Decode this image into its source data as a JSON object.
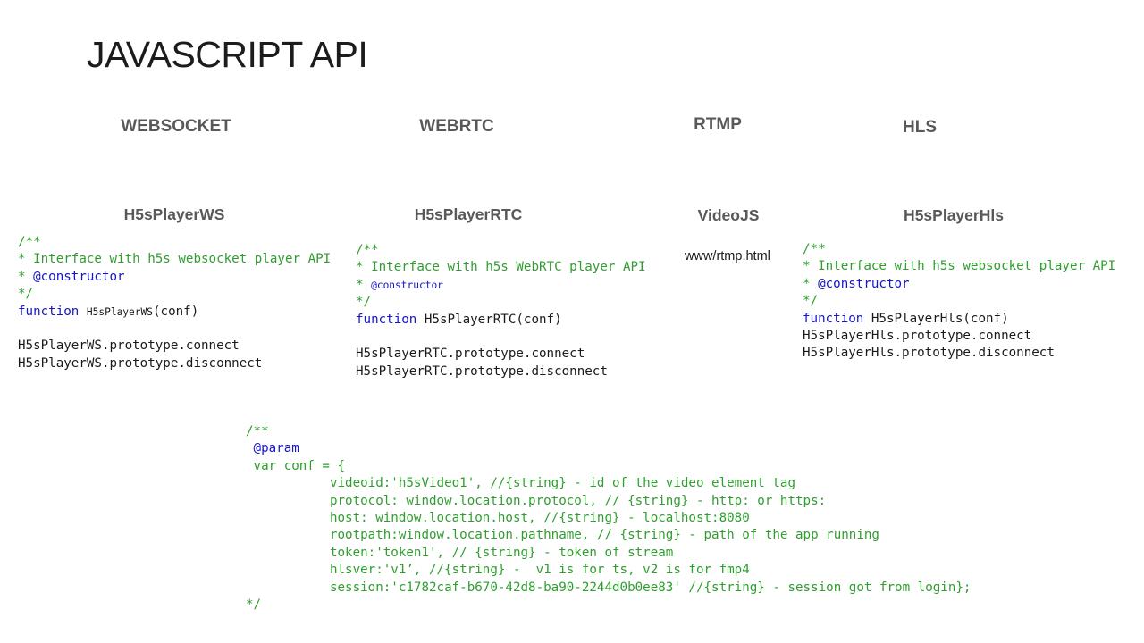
{
  "title": "JAVASCRIPT API",
  "colors": {
    "comment_green": "#2f9e2f",
    "keyword_blue": "#1414cc",
    "code_black": "#1a1a1a",
    "heading_gray": "#595959"
  },
  "columns": [
    {
      "header": "WEBSOCKET",
      "subheader": "H5sPlayerWS"
    },
    {
      "header": "WEBRTC",
      "subheader": "H5sPlayerRTC"
    },
    {
      "header": "RTMP",
      "subheader": "VideoJS",
      "note": "www/rtmp.html"
    },
    {
      "header": "HLS",
      "subheader": "H5sPlayerHls"
    }
  ],
  "code_blocks": {
    "ws": {
      "lines": [
        [
          {
            "t": "/**",
            "c": "g"
          }
        ],
        [
          {
            "t": "* Interface with h5s websocket player API",
            "c": "g"
          }
        ],
        [
          {
            "t": "* ",
            "c": "g"
          },
          {
            "t": "@constructor",
            "c": "b"
          }
        ],
        [
          {
            "t": "*/",
            "c": "g"
          }
        ],
        [
          {
            "t": "function",
            "c": "b"
          },
          {
            "t": " ",
            "c": "k"
          },
          {
            "t": "H5sPlayerWS",
            "c": "k",
            "s": true
          },
          {
            "t": "(conf)",
            "c": "k"
          }
        ],
        [],
        [
          {
            "t": "H5sPlayerWS.prototype.connect",
            "c": "k"
          }
        ],
        [
          {
            "t": "H5sPlayerWS.prototype.disconnect",
            "c": "k"
          }
        ]
      ]
    },
    "rtc": {
      "lines": [
        [
          {
            "t": "/**",
            "c": "g"
          }
        ],
        [
          {
            "t": "* Interface with h5s WebRTC player API",
            "c": "g"
          }
        ],
        [
          {
            "t": "* ",
            "c": "g"
          },
          {
            "t": "@constructor",
            "c": "b",
            "s": true
          }
        ],
        [
          {
            "t": "*/",
            "c": "g"
          }
        ],
        [
          {
            "t": "function",
            "c": "b"
          },
          {
            "t": " H5sPlayerRTC(conf)",
            "c": "k"
          }
        ],
        [],
        [
          {
            "t": "H5sPlayerRTC.prototype.connect",
            "c": "k"
          }
        ],
        [
          {
            "t": "H5sPlayerRTC.prototype.disconnect",
            "c": "k"
          }
        ]
      ]
    },
    "hls": {
      "lines": [
        [
          {
            "t": "/**",
            "c": "g"
          }
        ],
        [
          {
            "t": "* Interface with h5s websocket player API",
            "c": "g"
          }
        ],
        [
          {
            "t": "* ",
            "c": "g"
          },
          {
            "t": "@constructor",
            "c": "b"
          }
        ],
        [
          {
            "t": "*/",
            "c": "g"
          }
        ],
        [
          {
            "t": "function",
            "c": "b"
          },
          {
            "t": " H5sPlayerHls(conf)",
            "c": "k"
          }
        ],
        [
          {
            "t": "H5sPlayerHls.prototype.connect",
            "c": "k"
          }
        ],
        [
          {
            "t": "H5sPlayerHls.prototype.disconnect",
            "c": "k"
          }
        ]
      ]
    },
    "conf": {
      "lines": [
        [
          {
            "t": "/**",
            "c": "g"
          }
        ],
        [
          {
            "t": " ",
            "c": "g"
          },
          {
            "t": "@param",
            "c": "b"
          }
        ],
        [
          {
            "t": " var conf = {",
            "c": "g"
          }
        ],
        [
          {
            "t": "           videoid:'h5sVideo1', //{string} - id of the video element tag",
            "c": "g"
          }
        ],
        [
          {
            "t": "           protocol: window.location.protocol, // {string} - http: or https:",
            "c": "g"
          }
        ],
        [
          {
            "t": "           host: window.location.host, //{string} - localhost:8080",
            "c": "g"
          }
        ],
        [
          {
            "t": "           rootpath:window.location.pathname, // {string} - path of the app running",
            "c": "g"
          }
        ],
        [
          {
            "t": "           token:'token1', // {string} - token of stream",
            "c": "g"
          }
        ],
        [
          {
            "t": "           hlsver:'v1’, //{string} -  v1 is for ts, v2 is for fmp4",
            "c": "g"
          }
        ],
        [
          {
            "t": "           session:'c1782caf-b670-42d8-ba90-2244d0b0ee83' //{string} - session got from login};",
            "c": "g"
          }
        ],
        [
          {
            "t": "*/",
            "c": "g"
          }
        ]
      ]
    }
  }
}
